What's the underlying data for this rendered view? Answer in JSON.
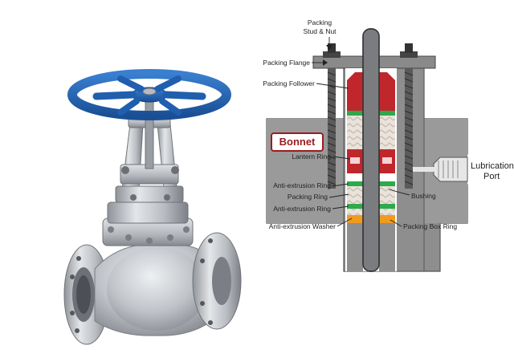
{
  "labels": {
    "packing_stud_nut_line1": "Packing",
    "packing_stud_nut_line2": "Stud & Nut",
    "packing_flange": "Packing Flange",
    "packing_follower": "Packing Follower",
    "bonnet": "Bonnet",
    "lantern_ring": "Lantern Ring",
    "anti_extrusion_ring_1": "Anti-extrusion Ring",
    "packing_ring": "Packing Ring",
    "anti_extrusion_ring_2": "Anti-extrusion Ring",
    "anti_extrusion_washer": "Anti-extrusion Washer",
    "lubrication_port_line1": "Lubrication",
    "lubrication_port_line2": "Port",
    "bushing": "Bushing",
    "packing_box_ring": "Packing Box Ring"
  },
  "colors": {
    "handwheel": "#1f5fae",
    "valve_body": "#c9ccd0",
    "bonnet_gray": "#8e8e8e",
    "stem": "#7a7c80",
    "packing_red": "#c0272d",
    "anti_extrusion_green": "#2eaa4a",
    "washer_orange": "#f09a1e",
    "bonnet_label_red": "#9b1b1f"
  }
}
